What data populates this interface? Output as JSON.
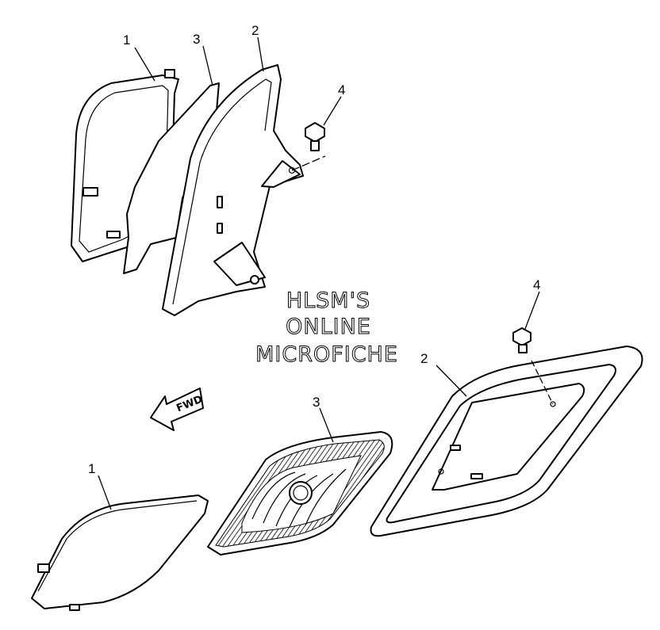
{
  "callouts": {
    "top_cover": "1",
    "top_panel_inner": "3",
    "top_panel_outer": "2",
    "top_bolt": "4",
    "bottom_cover": "1",
    "bottom_panel_inner": "3",
    "bottom_panel_outer": "2",
    "bottom_bolt": "4"
  },
  "watermark": {
    "line1": "HLSM'S",
    "line2": "ONLINE",
    "line3": "MICROFICHE"
  },
  "direction_arrow": {
    "label": "FWD"
  }
}
